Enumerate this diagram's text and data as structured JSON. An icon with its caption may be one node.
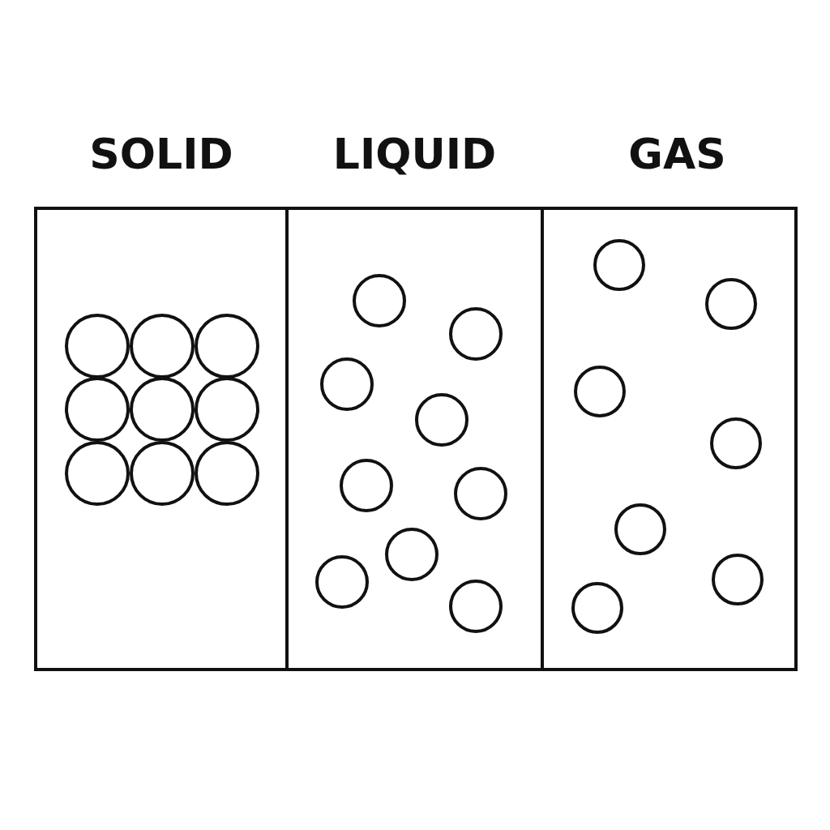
{
  "diagram": {
    "nodes": [
      {
        "text": [
          "SOLID"
        ]
      },
      {
        "text": [
          "LIQUID"
        ]
      },
      {
        "text": [
          "GAS"
        ]
      }
    ]
  }
}
